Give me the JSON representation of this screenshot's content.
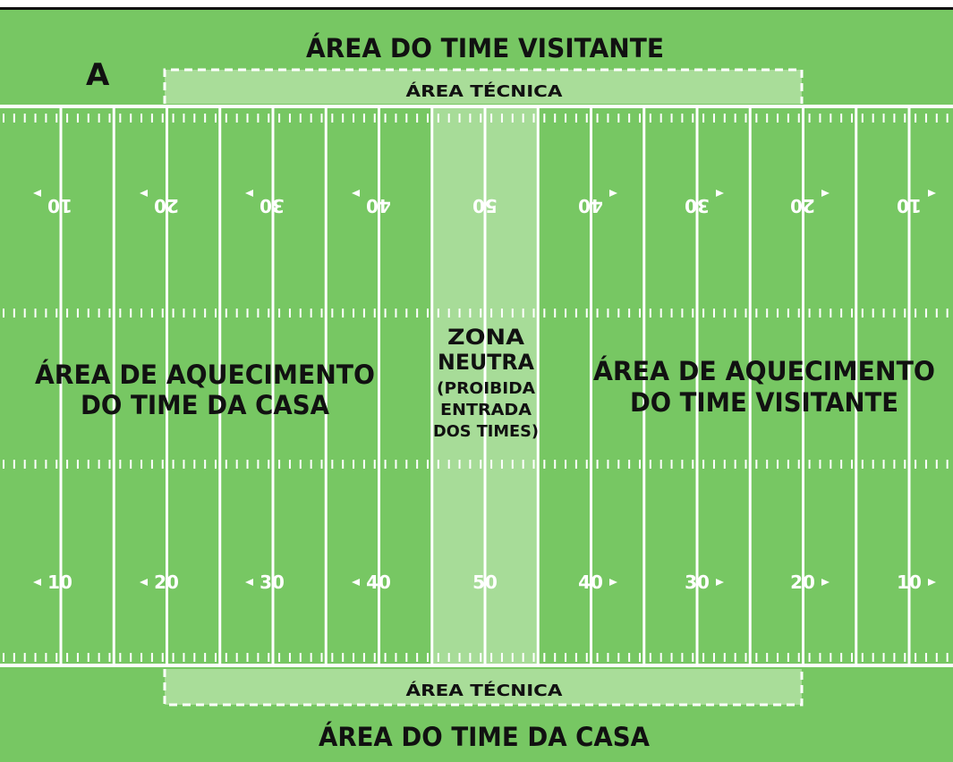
{
  "colors": {
    "field": "#77c763",
    "neutral_zone": "#a7dc98",
    "technical_area": "#a9dd99",
    "lines": "#ffffff",
    "text": "#111111",
    "frame_top": "#111111"
  },
  "diagram": {
    "corner_label": "A",
    "top_sideline_label": "ÁREA DO TIME VISITANTE",
    "bottom_sideline_label": "ÁREA DO TIME DA CASA",
    "technical_area_top": "ÁREA TÉCNICA",
    "technical_area_bottom": "ÁREA TÉCNICA",
    "home_warmup": [
      "ÁREA DE AQUECIMENTO",
      "DO TIME DA CASA"
    ],
    "visitor_warmup": [
      "ÁREA DE AQUECIMENTO",
      "DO TIME VISITANTE"
    ],
    "neutral_zone": [
      "ZONA",
      "NEUTRA",
      "(PROIBIDA",
      "ENTRADA",
      "DOS TIMES)"
    ],
    "yard_numbers": [
      "10",
      "20",
      "30",
      "40",
      "50",
      "40",
      "30",
      "20",
      "10"
    ]
  }
}
